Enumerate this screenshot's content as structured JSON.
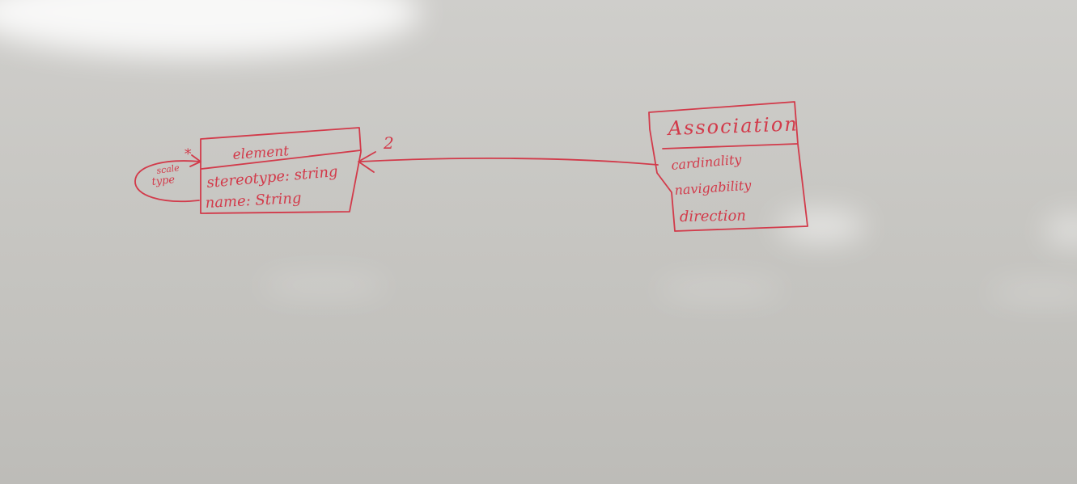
{
  "ink_color": "#d23a4a",
  "board_color": "#c9c8c4",
  "element_class": {
    "name": "element",
    "attributes": [
      "stereotype: string",
      "name: String"
    ]
  },
  "self_association": {
    "label_line1": "scale",
    "label_line2": "type",
    "multiplicity": "*"
  },
  "association_line": {
    "multiplicity": "2"
  },
  "association_class": {
    "name": "Association",
    "attributes": [
      "cardinality",
      "navigability",
      "direction"
    ]
  }
}
